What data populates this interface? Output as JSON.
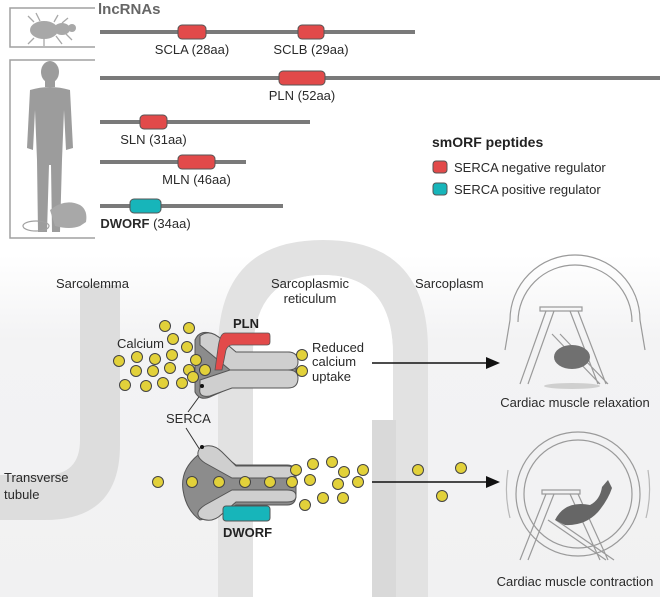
{
  "colors": {
    "negative": "#e24a4a",
    "positive": "#17b5ba",
    "calcium": "#e2d13a",
    "rna": "#7a7a7a",
    "membrane": "#dedede",
    "background_lower": "#f3f3f4"
  },
  "top": {
    "title": "lncRNAs",
    "organisms": [
      "fly",
      "human",
      "mouse"
    ],
    "genes": [
      {
        "label": "SCLA (28aa)",
        "type": "negative"
      },
      {
        "label": "SCLB (29aa)",
        "type": "negative"
      },
      {
        "label": "PLN (52aa)",
        "type": "negative"
      },
      {
        "label": "SLN (31aa)",
        "type": "negative"
      },
      {
        "label": "MLN (46aa)",
        "type": "negative"
      },
      {
        "label_bold": "DWORF",
        "label_rest": " (34aa)",
        "type": "positive"
      }
    ],
    "legend": {
      "title": "smORF peptides",
      "items": [
        {
          "label": "SERCA negative regulator",
          "type": "negative"
        },
        {
          "label": "SERCA positive regulator",
          "type": "positive"
        }
      ]
    }
  },
  "bottom": {
    "regions": {
      "sarcolemma": "Sarcolemma",
      "sr_line1": "Sarcoplasmic",
      "sr_line2": "reticulum",
      "sarcoplasm": "Sarcoplasm",
      "tt_line1": "Transverse",
      "tt_line2": "tubule"
    },
    "calcium_label": "Calcium",
    "pump_label": "SERCA",
    "pln_label": "PLN",
    "dworf_label": "DWORF",
    "reduced_line1": "Reduced",
    "reduced_line2": "calcium",
    "reduced_line3": "uptake",
    "outcome_relax": "Cardiac muscle relaxation",
    "outcome_contract": "Cardiac muscle contraction"
  }
}
